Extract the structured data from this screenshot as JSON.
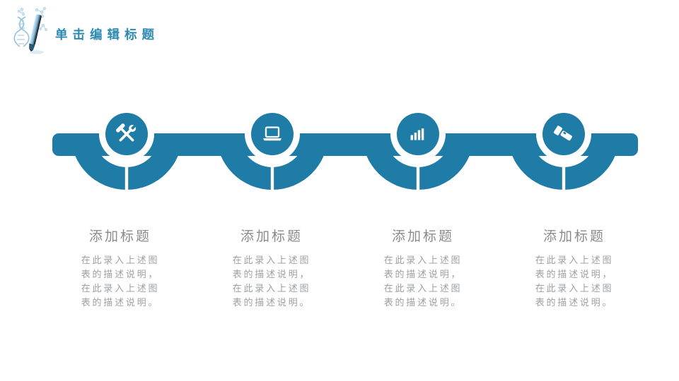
{
  "theme": {
    "accent": "#1f7ca6",
    "title_color": "#2e89b0",
    "step_title_color": "#8b8b8b",
    "step_desc_color": "#9da0a3",
    "logo_light_blue": "#9cc7dd"
  },
  "header": {
    "title": "单击编辑标题",
    "logo": "dna-pen-logo-icon"
  },
  "steps": [
    {
      "icon": "tools-icon",
      "title": "添加标题",
      "desc": "在此录入上述图\n表的描述说明，\n在此录入上述图\n表的描述说明。"
    },
    {
      "icon": "laptop-icon",
      "title": "添加标题",
      "desc": "在此录入上述图\n表的描述说明，\n在此录入上述图\n表的描述说明。"
    },
    {
      "icon": "bar-chart-icon",
      "title": "添加标题",
      "desc": "在此录入上述图\n表的描述说明，\n在此录入上述图\n表的描述说明。"
    },
    {
      "icon": "flashlight-icon",
      "title": "添加标题",
      "desc": "在此录入上述图\n表的描述说明，\n在此录入上述图\n表的描述说明。"
    }
  ]
}
